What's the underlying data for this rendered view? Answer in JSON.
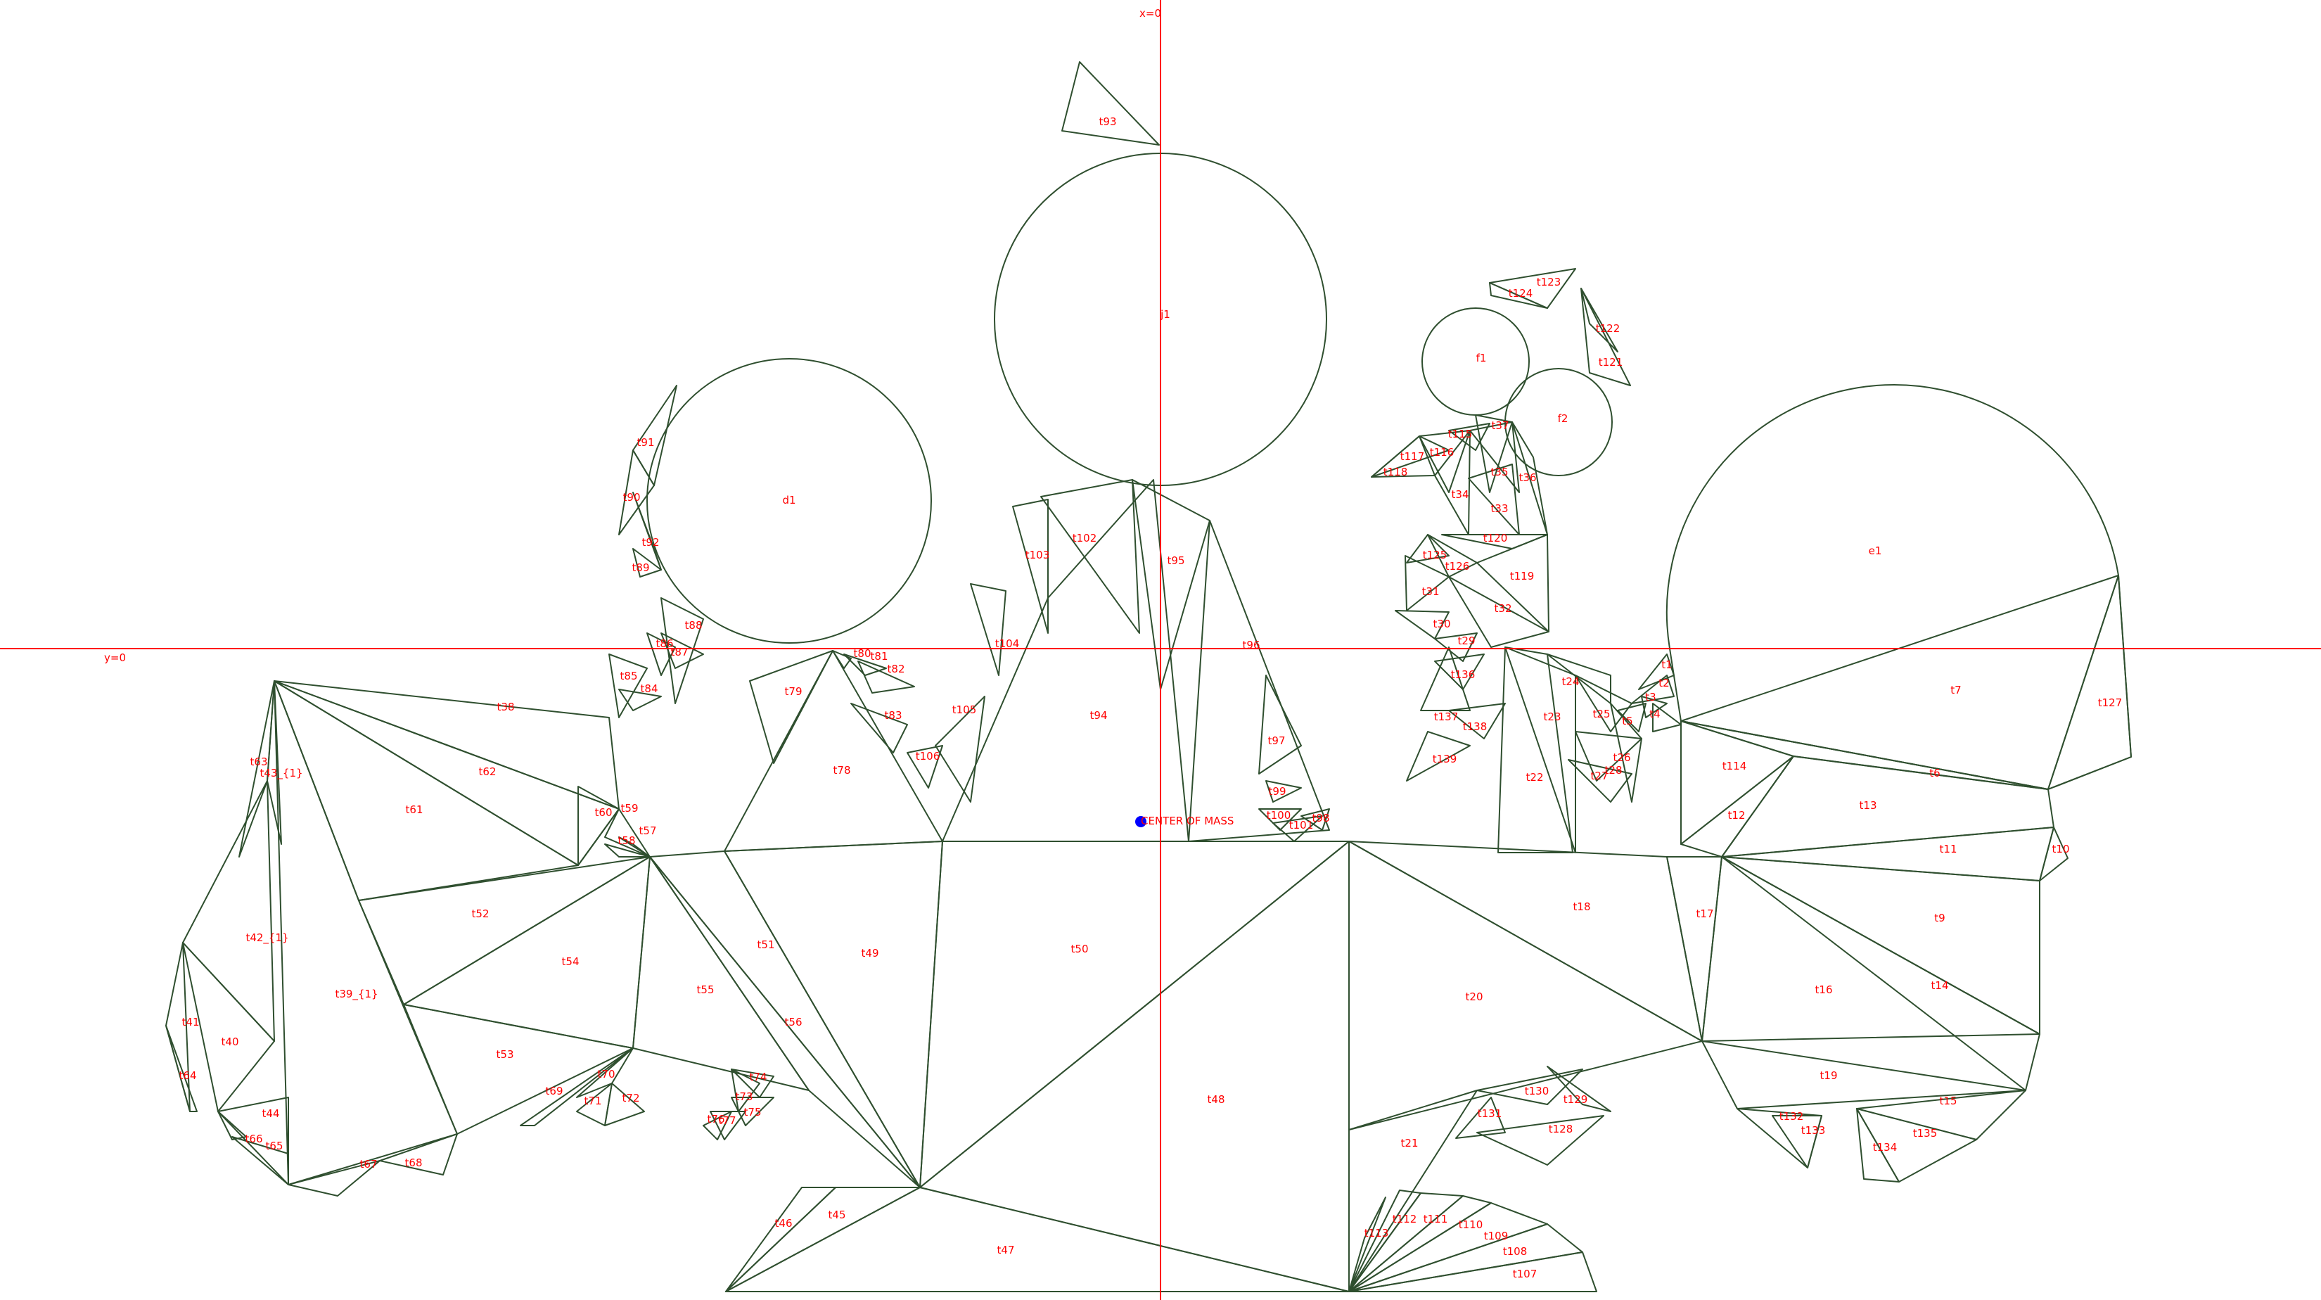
{
  "colors": {
    "background": "#ffffff",
    "outline": "#2f4f2f",
    "label": "#ff0000",
    "axis": "#ff0000",
    "center_marker": "#0000ff"
  },
  "axes": {
    "x_label": "x=0",
    "y_label": "y=0"
  },
  "center_of_mass": {
    "label": "CENTER OF MASS",
    "icon": "center-of-mass-dot-icon"
  },
  "labels": {
    "t93": "t93",
    "j1": "j1",
    "d1": "d1",
    "f1": "f1",
    "f2": "f2",
    "e1": "e1",
    "t123": "t123",
    "t124": "t124",
    "t122": "t122",
    "t121": "t121",
    "t115": "t115",
    "t37": "t37",
    "t117": "t117",
    "t116": "t116",
    "t118": "t118",
    "t35": "t35",
    "t36": "t36",
    "t34": "t34",
    "t33": "t33",
    "t120": "t120",
    "t125": "t125",
    "t126": "t126",
    "t119": "t119",
    "t31": "t31",
    "t32": "t32",
    "t30": "t30",
    "t29": "t29",
    "t136": "t136",
    "t137": "t137",
    "t138": "t138",
    "t139": "t139",
    "t22": "t22",
    "t23": "t23",
    "t24": "t24",
    "t25": "t25",
    "t26": "t26",
    "t27": "t27",
    "t28": "t28",
    "t1": "t1",
    "t2": "t2",
    "t3": "t3",
    "t4": "t4",
    "t5": "t5",
    "t7": "t7",
    "t127": "t127",
    "t6": "t6",
    "t114": "t114",
    "t13": "t13",
    "t12": "t12",
    "t11": "t11",
    "t10": "t10",
    "t17": "t17",
    "t9": "t9",
    "t16": "t16",
    "t14": "t14",
    "t18": "t18",
    "t20": "t20",
    "t19": "t19",
    "t15": "t15",
    "t132": "t132",
    "t133": "t133",
    "t134": "t134",
    "t135": "t135",
    "t130": "t130",
    "t129": "t129",
    "t131": "t131",
    "t128": "t128",
    "t21": "t21",
    "t113": "t113",
    "t112": "t112",
    "t111": "t111",
    "t110": "t110",
    "t109": "t109",
    "t108": "t108",
    "t107": "t107",
    "t48": "t48",
    "t47": "t47",
    "t46": "t46",
    "t45": "t45",
    "t50": "t50",
    "t49": "t49",
    "t51": "t51",
    "t56": "t56",
    "t55": "t55",
    "t54": "t54",
    "t53": "t53",
    "t52": "t52",
    "t57": "t57",
    "t58": "t58",
    "t59": "t59",
    "t60": "t60",
    "t61": "t61",
    "t62": "t62",
    "t38": "t38",
    "t63": "t63",
    "t43_1": "t43_{1}",
    "t42_1": "t42_{1}",
    "t39_1": "t39_{1}",
    "t41": "t41",
    "t40": "t40",
    "t64": "t64",
    "t44": "t44",
    "t66": "t66",
    "t65": "t65",
    "t67": "t67",
    "t68": "t68",
    "t69": "t69",
    "t70": "t70",
    "t71": "t71",
    "t72": "t72",
    "t73": "t73",
    "t74": "t74",
    "t75": "t75",
    "t76": "t76",
    "t77": "t77",
    "t78": "t78",
    "t79": "t79",
    "t80": "t80",
    "t81": "t81",
    "t82": "t82",
    "t83": "t83",
    "t84": "t84",
    "t85": "t85",
    "t86": "t86",
    "t87": "t87",
    "t88": "t88",
    "t89": "t89",
    "t90": "t90",
    "t91": "t91",
    "t92": "t92",
    "t94": "t94",
    "t95": "t95",
    "t96": "t96",
    "t97": "t97",
    "t98": "t98",
    "t99": "t99",
    "t100": "t100",
    "t101": "t101",
    "t102": "t102",
    "t103": "t103",
    "t104": "t104",
    "t105": "t105",
    "t106": "t106"
  }
}
